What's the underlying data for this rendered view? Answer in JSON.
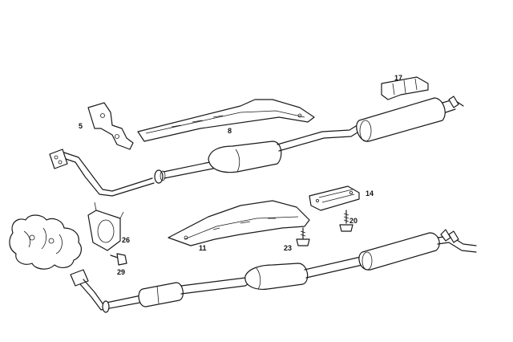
{
  "labels": {
    "p5": "5",
    "p8": "8",
    "p11": "11",
    "p14": "14",
    "p17": "17",
    "p20": "20",
    "p23": "23",
    "p26": "26",
    "p29": "29"
  }
}
